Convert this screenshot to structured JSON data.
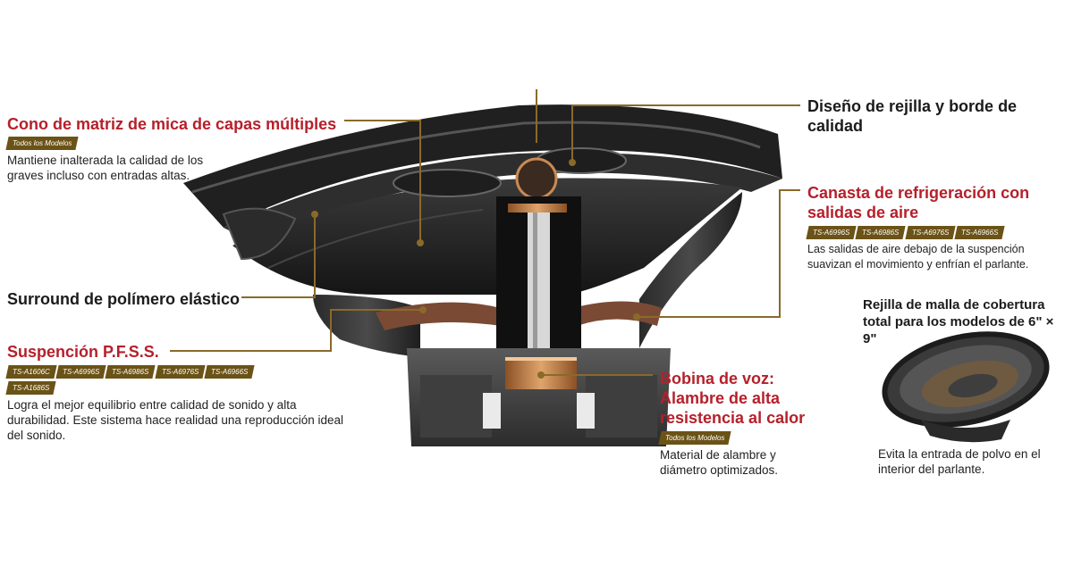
{
  "callouts": {
    "cono": {
      "title": "Cono de matriz de mica de capas múltiples",
      "tags": [
        "Todos los Modelos"
      ],
      "desc": "Mantiene inalterada la calidad de los graves incluso con entradas altas."
    },
    "surround": {
      "title": "Surround de polímero elástico"
    },
    "suspencion": {
      "title": "Suspención P.F.S.S.",
      "tags": [
        "TS-A1606C",
        "TS-A6996S",
        "TS-A6986S",
        "TS-A6976S",
        "TS-A6966S",
        "TS-A1686S"
      ],
      "desc": "Logra el mejor equilibrio entre calidad de sonido y alta durabilidad. Este sistema hace realidad una reproducción ideal del sonido."
    },
    "rejilla": {
      "title": "Diseño de rejilla y borde de calidad"
    },
    "canasta": {
      "title": "Canasta de refrigeración con salidas de aire",
      "tags": [
        "TS-A6996S",
        "TS-A6986S",
        "TS-A6976S",
        "TS-A6966S"
      ],
      "desc": "Las salidas de aire debajo de la suspención suavizan el movimiento y enfrían el parlante."
    },
    "bobina": {
      "title": "Bobina de voz: Alambre de alta resistencia al calor",
      "tags": [
        "Todos los Modelos"
      ],
      "desc": "Material de alambre y diámetro optimizados."
    },
    "malla": {
      "title": "Rejilla de malla de cobertura total para los modelos de 6\" × 9\"",
      "desc": "Evita la entrada de polvo en el interior del parlante."
    }
  },
  "colors": {
    "accent_red": "#b5202b",
    "tag_gold": "#6b5317",
    "leader": "#8a6a2a",
    "copper": "#c98a55"
  }
}
